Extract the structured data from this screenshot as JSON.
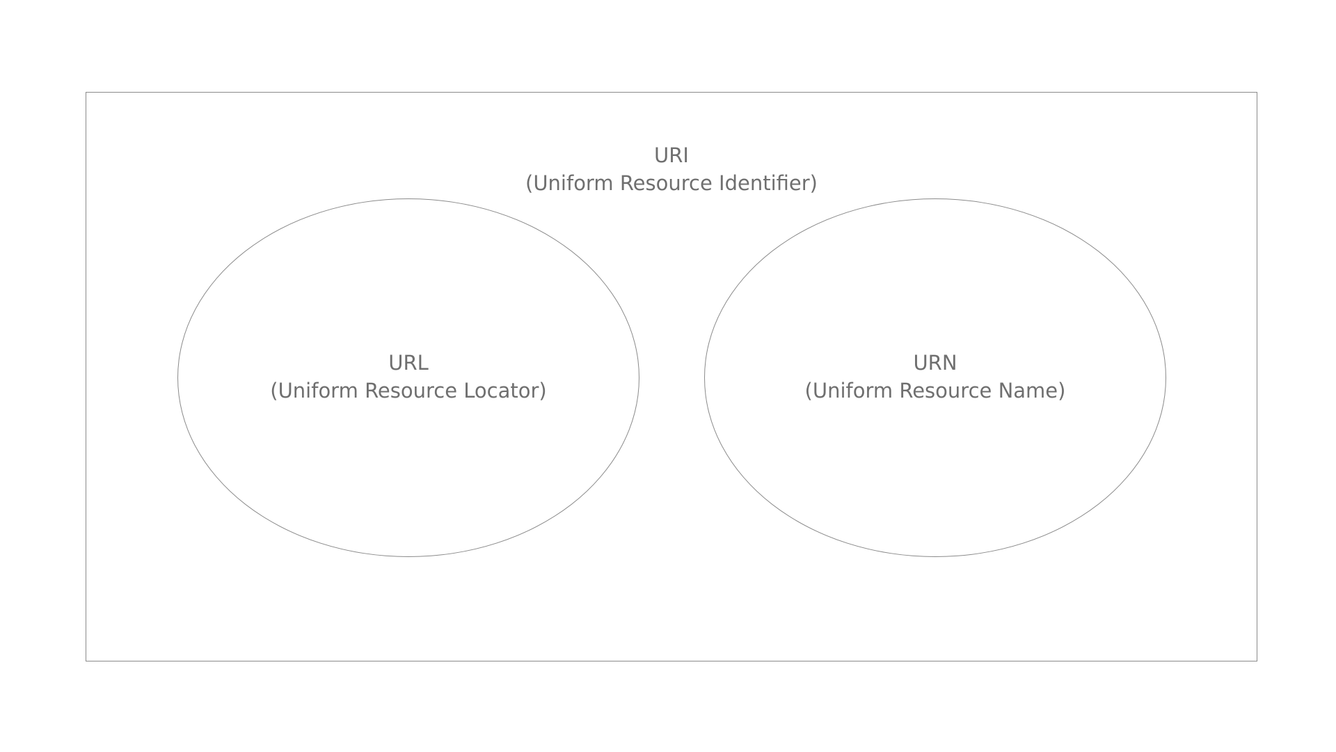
{
  "uri": {
    "title": "URI",
    "subtitle": "(Uniform Resource Identifier)"
  },
  "url": {
    "title": "URL",
    "subtitle": "(Uniform Resource Locator)"
  },
  "urn": {
    "title": "URN",
    "subtitle": "(Uniform Resource Name)"
  },
  "colors": {
    "line": "#8a8a8a",
    "text": "#6f6f6f",
    "background": "#ffffff"
  }
}
